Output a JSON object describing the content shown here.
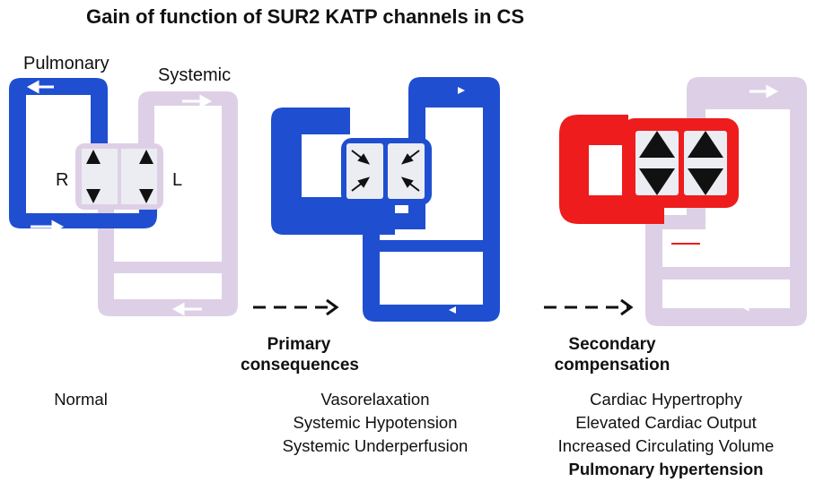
{
  "title": "Gain of function of SUR2 KATP channels in CS",
  "panels": {
    "normal": {
      "pulmonary_label": "Pulmonary",
      "systemic_label": "Systemic",
      "right_label": "R",
      "left_label": "L",
      "caption": "Normal"
    },
    "primary": {
      "heading": [
        "Primary",
        "consequences"
      ],
      "effects": [
        "Vasorelaxation",
        "Systemic Hypotension",
        "Systemic Underperfusion"
      ]
    },
    "secondary": {
      "heading": [
        "Secondary",
        "compensation"
      ],
      "effects": [
        "Cardiac Hypertrophy",
        "Elevated Cardiac Output",
        "Increased Circulating Volume"
      ],
      "highlight": "Pulmonary hypertension"
    }
  },
  "colors": {
    "pulmonary": "#1f4fd0",
    "systemic": "#ddd0e6",
    "hypertension": "#ee1c1c",
    "heart_chamber": "#ececf3",
    "arrow": "#111111"
  }
}
